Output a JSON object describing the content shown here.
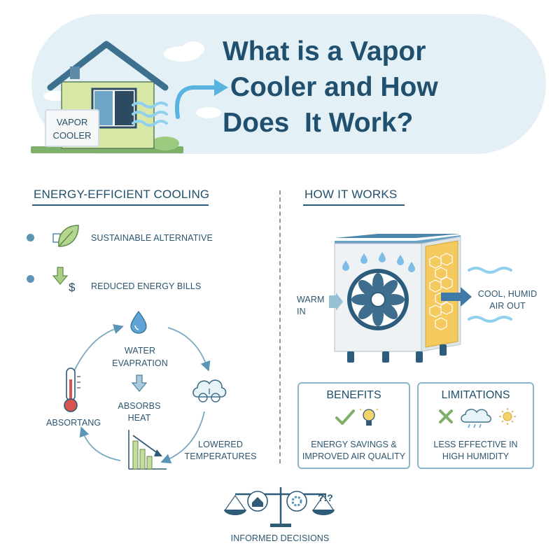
{
  "header": {
    "title_lines": [
      "What is a Vapor",
      " Cooler and How",
      "Does  It Work?"
    ],
    "sign_lines": [
      "VAPOR",
      "COOLER"
    ]
  },
  "left": {
    "heading": "ENERGY-EFFICIENT COOLING",
    "bullets": [
      {
        "label": "SUSTAINABLE ALTERNATIVE",
        "icon": "leaf-icon"
      },
      {
        "label": "REDUCED ENERGY BILLS",
        "icon": "dollar-down-icon"
      }
    ],
    "cycle": {
      "water": [
        "WATER",
        "EVAPRATION"
      ],
      "absorbs": [
        "ABSORBS",
        "HEAT"
      ],
      "lowered": [
        "LOWERED",
        "TEMPERATURES"
      ],
      "left_label": "ABSORTANG"
    }
  },
  "right": {
    "heading": "HOW IT WORKS",
    "warm_in": [
      "WARM",
      "IN"
    ],
    "cool_out": [
      "COOL, HUMID",
      "AIR OUT"
    ],
    "benefits": {
      "title": "BENEFITS",
      "lines": [
        "ENERGY SAVINGS &",
        "IMPROVED AIR QUALITY"
      ]
    },
    "limitations": {
      "title": "LIMITATIONS",
      "lines": [
        "LESS EFFECTIVE IN",
        "HIGH HUMIDITY"
      ]
    }
  },
  "footer": {
    "label": "INFORMED DECISIONS"
  },
  "colors": {
    "title": "#214f6e",
    "accent_blue": "#5b95b5",
    "pill_bg": "#e3f1f6",
    "green": "#7fb069",
    "honeycomb": "#f4c95d"
  }
}
